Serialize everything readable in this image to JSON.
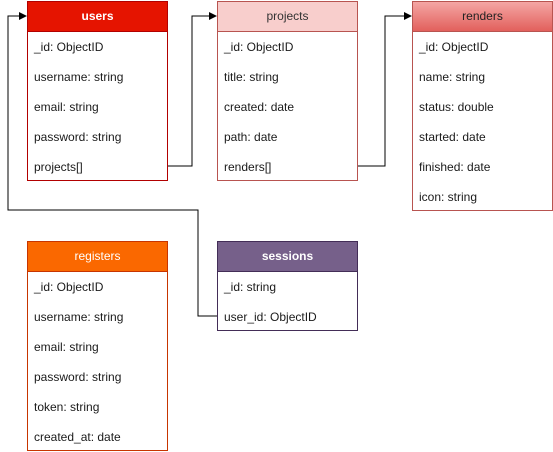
{
  "entities": {
    "users": {
      "title": "users",
      "fields": [
        "_id: ObjectID",
        "username: string",
        "email: string",
        "password: string",
        "projects[]"
      ]
    },
    "projects": {
      "title": "projects",
      "fields": [
        "_id: ObjectID",
        "title: string",
        "created: date",
        "path: date",
        "renders[]"
      ]
    },
    "renders": {
      "title": "renders",
      "fields": [
        "_id: ObjectID",
        "name: string",
        "status: double",
        "started: date",
        "finished: date",
        "icon: string"
      ]
    },
    "registers": {
      "title": "registers",
      "fields": [
        "_id: ObjectID",
        "username: string",
        "email: string",
        "password: string",
        "token: string",
        "created_at: date"
      ]
    },
    "sessions": {
      "title": "sessions",
      "fields": [
        "_id: string",
        "user_id: ObjectID"
      ]
    }
  },
  "colors": {
    "users_header": "#e51400",
    "projects_header": "#f8cecc",
    "renders_header": "#ea6b66",
    "registers_header": "#fa6800",
    "sessions_header": "#76608a",
    "edge": "#000000"
  }
}
